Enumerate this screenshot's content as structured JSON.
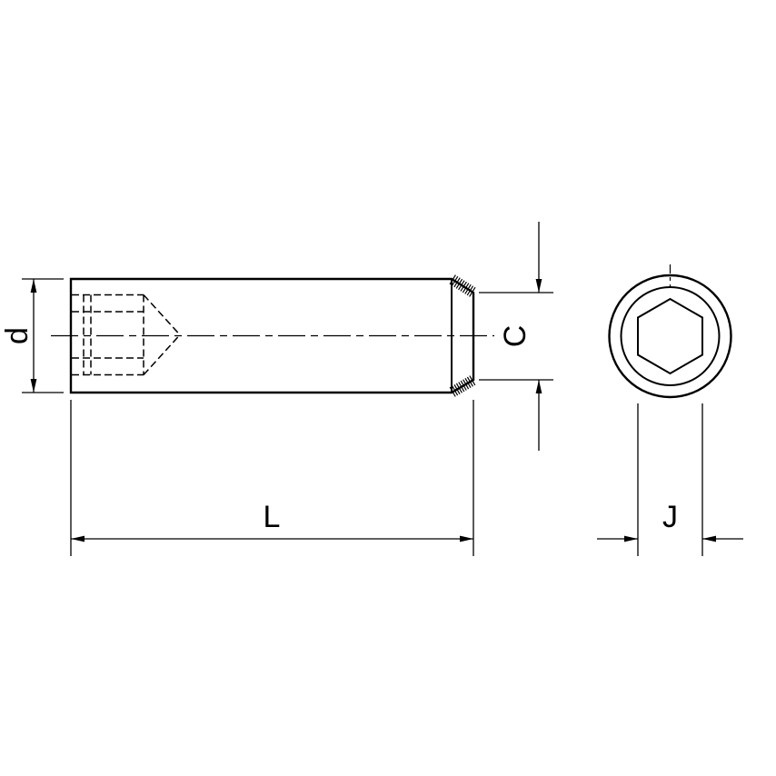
{
  "labels": {
    "d": "d",
    "c": "C",
    "l": "L",
    "j": "J"
  },
  "colors": {
    "line": "#000000",
    "background": "#ffffff"
  }
}
